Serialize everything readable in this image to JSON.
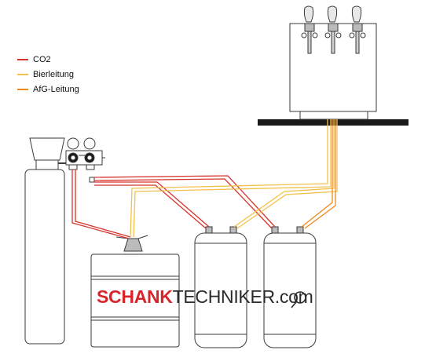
{
  "legend": {
    "items": [
      {
        "label": "CO2",
        "color": "#d8332d"
      },
      {
        "label": "Bierleitung",
        "color": "#f2c14a"
      },
      {
        "label": "AfG-Leitung",
        "color": "#ee8a1c"
      }
    ]
  },
  "logo": {
    "part1": "SCHANK",
    "part2": "TECHNIKER.com"
  },
  "colors": {
    "co2": "#d8332d",
    "beer": "#f2c14a",
    "afg": "#ee8a1c",
    "outline": "#3a3a3a",
    "counter": "#1a1a1a"
  }
}
